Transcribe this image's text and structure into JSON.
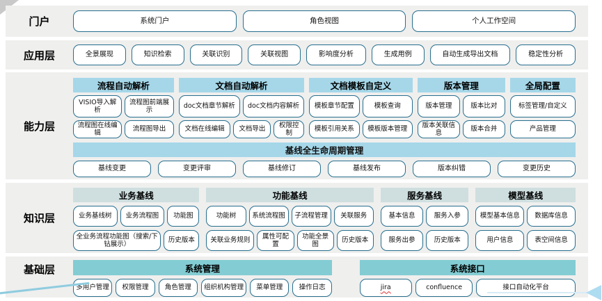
{
  "colors": {
    "band_background": "#efefee",
    "capability_header": "#a5d7e9",
    "knowledge_header": "#cfdfe0",
    "foundation_header": "#83ccd3",
    "button_border": "#266e8e",
    "arrow_accent": "#aedcf1"
  },
  "portal": {
    "label": "门户",
    "buttons": [
      "系统门户",
      "角色视图",
      "个人工作空间"
    ]
  },
  "application": {
    "label": "应用层",
    "buttons": [
      "全景展现",
      "知识检索",
      "关联识别",
      "关联视图",
      "影响度分析",
      "生成用例",
      "自动生成导出文档",
      "稳定性分析"
    ]
  },
  "capability": {
    "label": "能力层",
    "groups": [
      {
        "title": "流程自动解析",
        "rows": [
          [
            "VISIO导入解析",
            "流程图前端展示"
          ],
          [
            "流程图在线编辑",
            "流程图导出"
          ]
        ]
      },
      {
        "title": "文档自动解析",
        "rows": [
          [
            "doc文档章节解析",
            "doc文档内容解析"
          ],
          [
            "文档在线编辑",
            "文档导出",
            "权限控制"
          ]
        ]
      },
      {
        "title": "文档模板自定义",
        "rows": [
          [
            "模板章节配置",
            "模板查询"
          ],
          [
            "模板引用关系",
            "模板版本管理"
          ]
        ]
      },
      {
        "title": "版本管理",
        "rows": [
          [
            "版本管理",
            "版本比对"
          ],
          [
            "版本关联信息",
            "版本合并"
          ]
        ]
      },
      {
        "title": "全局配置",
        "rows": [
          [
            "标签管理/自定义"
          ],
          [
            "产品管理"
          ]
        ]
      }
    ],
    "baseline": {
      "title": "基线全生命周期管理",
      "buttons": [
        "基线变更",
        "变更评审",
        "基线修订",
        "基线发布",
        "版本纠错",
        "变更历史"
      ]
    }
  },
  "knowledge": {
    "label": "知识层",
    "groups": [
      {
        "title": "业务基线",
        "rows": [
          [
            "业务基线树",
            "业务流程图",
            "功能图"
          ],
          [
            "全业务流程功能图（搜索/下钻展示）",
            "历史版本"
          ]
        ]
      },
      {
        "title": "功能基线",
        "rows": [
          [
            "功能树",
            "系统流程图",
            "子流程管理",
            "关联服务"
          ],
          [
            "关联业务规则",
            "属性可配置",
            "功能全景图",
            "历史版本"
          ]
        ]
      },
      {
        "title": "服务基线",
        "rows": [
          [
            "基本信息",
            "服务入参"
          ],
          [
            "服务出参",
            "历史版本"
          ]
        ]
      },
      {
        "title": "模型基线",
        "rows": [
          [
            "模型基本信息",
            "数据库信息"
          ],
          [
            "用户信息",
            "表空间信息"
          ]
        ]
      }
    ]
  },
  "foundation": {
    "label": "基础层",
    "spellcheck_marked": [
      "jira"
    ],
    "groups": [
      {
        "title": "系统管理",
        "buttons": [
          "多用户管理",
          "权限管理",
          "角色管理",
          "组织机构管理",
          "菜单管理",
          "操作日志"
        ]
      },
      {
        "title": "系统接口",
        "buttons": [
          "jira",
          "confluence",
          "接口自动化平台"
        ]
      }
    ]
  }
}
